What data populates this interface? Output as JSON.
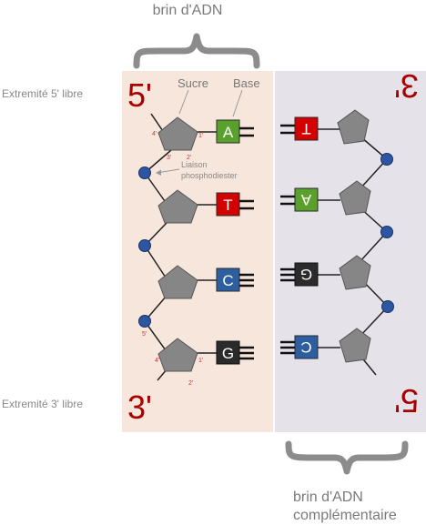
{
  "labels": {
    "top_strand": "brin d'ADN",
    "bottom_strand_line1": "brin d'ADN",
    "bottom_strand_line2": "complémentaire",
    "end_5_free": "Extremité 5' libre",
    "end_3_free": "Extremité 3' libre",
    "sucre": "Sucre",
    "base": "Base",
    "liaison_line1": "Liaison",
    "liaison_line2": "phosphodiester"
  },
  "end_markers": {
    "left_top": "5'",
    "left_bottom": "3'",
    "right_top": "3'",
    "right_bottom": "5'"
  },
  "carbon_numbers": {
    "c1": "1'",
    "c2": "2'",
    "c3": "3'",
    "c4": "4'",
    "c5": "5'"
  },
  "left_bases": [
    "A",
    "T",
    "C",
    "G"
  ],
  "right_bases": [
    "T",
    "A",
    "G",
    "C"
  ],
  "colors": {
    "left_panel": "#f7e6dc",
    "right_panel": "#e6e2ea",
    "sugar": "#868686",
    "phosphate": "#2d55a0",
    "base_A": "#5aa02c",
    "base_T": "#d40000",
    "base_C": "#2d5ea0",
    "base_G": "#2b2b2b",
    "end_marker": "#a80000",
    "brace": "#8c8c8c",
    "label_gray": "#777777"
  }
}
